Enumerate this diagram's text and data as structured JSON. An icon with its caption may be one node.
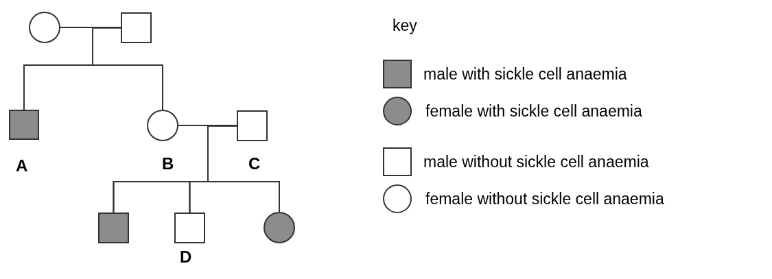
{
  "diagram": {
    "nodes": [
      {
        "text": [],
        "shape": "circle"
      },
      {
        "text": [],
        "shape": "box"
      },
      {
        "text": [],
        "shape": "box",
        "beside": [
          "A"
        ]
      },
      {
        "text": [],
        "shape": "circle",
        "beside": [
          "B"
        ]
      },
      {
        "text": [],
        "shape": "box",
        "beside": [
          "C"
        ]
      },
      {
        "text": [],
        "shape": "box"
      },
      {
        "text": [],
        "shape": "box",
        "beside": [
          "D"
        ]
      },
      {
        "text": [],
        "shape": "circle"
      }
    ],
    "edges": [
      {
        "from": 0,
        "to": 1,
        "arrow": "none"
      },
      {
        "from": 0,
        "to": 2,
        "arrow": "none"
      },
      {
        "from": 1,
        "to": 2,
        "arrow": "none"
      },
      {
        "from": 0,
        "to": 3,
        "arrow": "none"
      },
      {
        "from": 1,
        "to": 3,
        "arrow": "none"
      },
      {
        "from": 3,
        "to": 4,
        "arrow": "none"
      },
      {
        "from": 3,
        "to": 5,
        "arrow": "none"
      },
      {
        "from": 4,
        "to": 5,
        "arrow": "none"
      },
      {
        "from": 3,
        "to": 6,
        "arrow": "none"
      },
      {
        "from": 4,
        "to": 6,
        "arrow": "none"
      },
      {
        "from": 3,
        "to": 7,
        "arrow": "none"
      },
      {
        "from": 4,
        "to": 7,
        "arrow": "none"
      }
    ],
    "labels": [
      "key"
    ],
    "legend": [
      {
        "text": "male with sickle cell anaemia"
      },
      {
        "text": "female with sickle cell anaemia"
      },
      {
        "text": "male without sickle cell anaemia"
      },
      {
        "text": "female without sickle cell anaemia"
      }
    ]
  }
}
